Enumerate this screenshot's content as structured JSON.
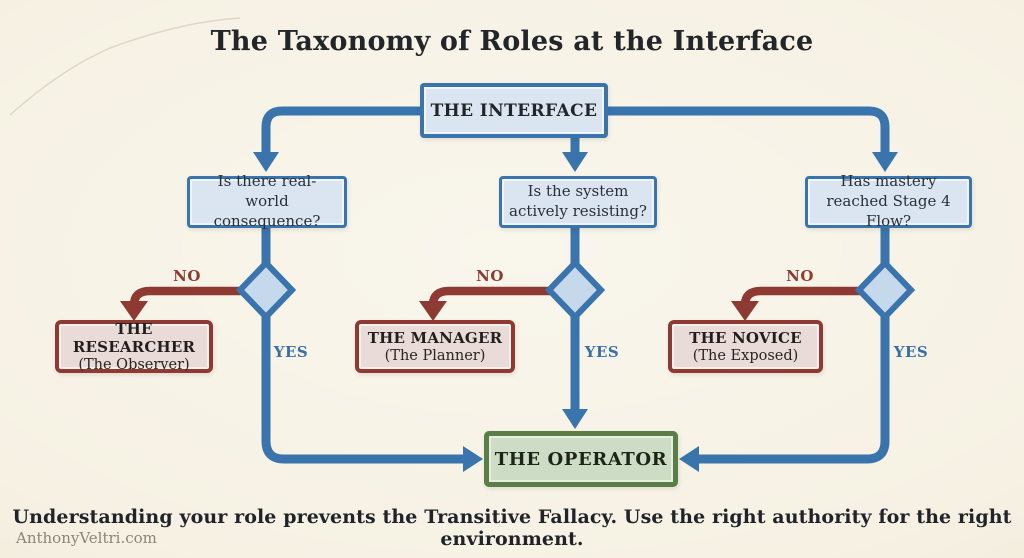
{
  "title": "The Taxonomy of Roles at the Interface",
  "caption": "Understanding your role prevents the Transitive Fallacy. Use the right authority for the right environment.",
  "watermark": "AnthonyVeltri.com",
  "colors": {
    "paper": "#f6f1e3",
    "ink": "#22262b",
    "blue": "#3a74ad",
    "blueFill": "#dbe5f1",
    "diamondFill": "#c6d8eb",
    "yesBlue": "#3a6ea8",
    "red": "#8e3a33",
    "redFill": "#e8dbd8",
    "green": "#5b7e49",
    "greenFill": "#cdddc5"
  },
  "diagram": {
    "root": {
      "label": "THE INTERFACE"
    },
    "branches": [
      {
        "question": "Is there real-world consequence?",
        "no_label": "NO",
        "yes_label": "YES",
        "role": {
          "name": "THE RESEARCHER",
          "alias": "(The Observer)"
        }
      },
      {
        "question": "Is the system actively resisting?",
        "no_label": "NO",
        "yes_label": "YES",
        "role": {
          "name": "THE MANAGER",
          "alias": "(The Planner)"
        }
      },
      {
        "question": "Has mastery reached Stage 4 Flow?",
        "no_label": "NO",
        "yes_label": "YES",
        "role": {
          "name": "THE NOVICE",
          "alias": "(The Exposed)"
        }
      }
    ],
    "sink": {
      "label": "THE OPERATOR"
    }
  }
}
